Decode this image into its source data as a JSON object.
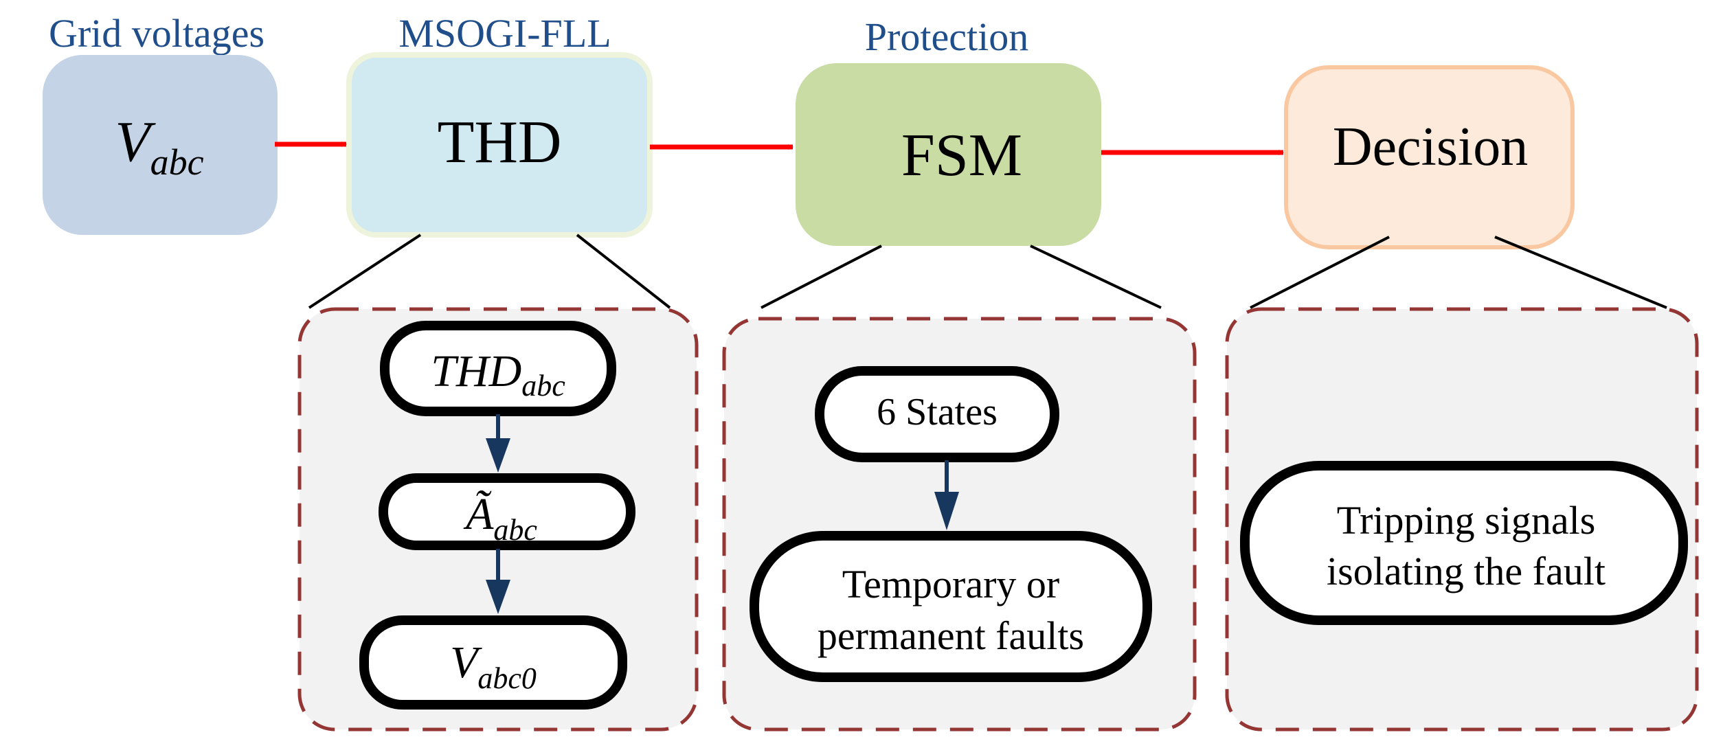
{
  "colors": {
    "header_text": "#1f4e8a",
    "arrow_red": "#ff0000",
    "arrow_navy": "#17375e",
    "dashed_border": "#943634",
    "panel_fill": "#f2f2f2",
    "grid_block_fill": "#c5d3e6",
    "thd_block_fill": "#d1e9f0",
    "thd_block_border": "#eef3dc",
    "fsm_block_fill": "#c8dca4",
    "decision_block_fill": "#fdeada",
    "decision_block_border": "#fac8a0"
  },
  "headers": {
    "grid": "Grid voltages",
    "thd": "MSOGI-FLL",
    "fsm": "Protection"
  },
  "blocks": {
    "grid": {
      "main": "V",
      "sub": "abc"
    },
    "thd": {
      "label": "THD"
    },
    "fsm": {
      "label": "FSM"
    },
    "decision": {
      "label": "Decision"
    }
  },
  "thd_panel": {
    "step1": {
      "main": "THD",
      "sub": "abc"
    },
    "step2": {
      "main": "Ã",
      "sub": "abc"
    },
    "step3": {
      "main": "V",
      "sub": "abc0"
    }
  },
  "fsm_panel": {
    "states": "6 States",
    "faults_line1": "Temporary or",
    "faults_line2": "permanent faults"
  },
  "decision_panel": {
    "line1": "Tripping signals",
    "line2": "isolating the fault"
  }
}
